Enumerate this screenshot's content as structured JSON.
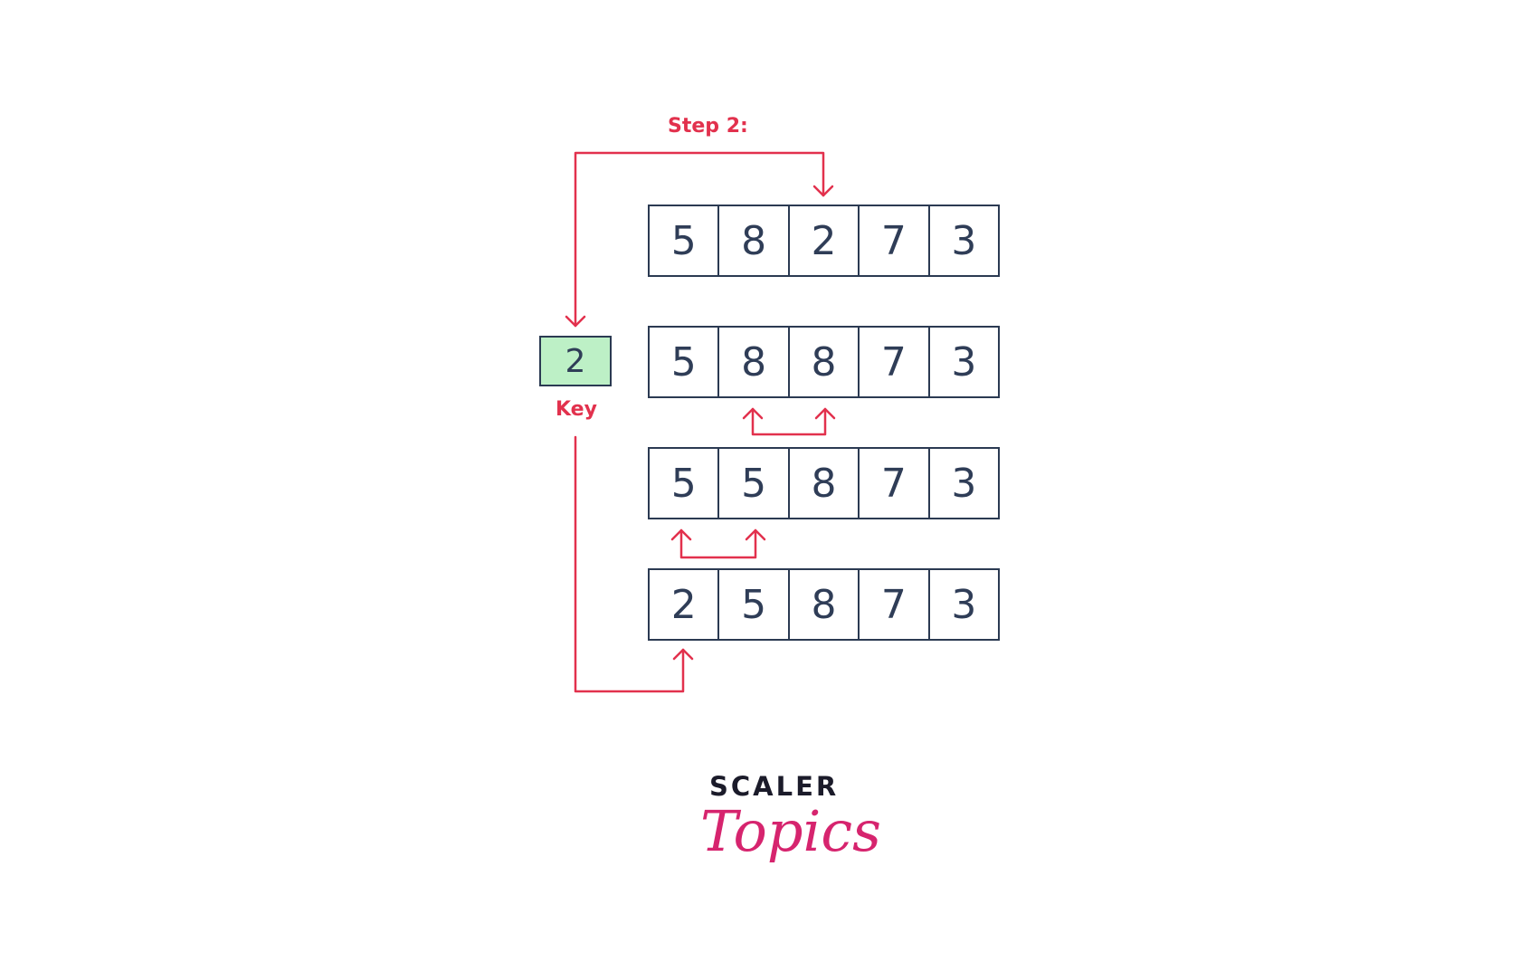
{
  "step_label": "Step 2:",
  "key": {
    "value": "2",
    "caption": "Key"
  },
  "rows": [
    [
      "5",
      "8",
      "2",
      "7",
      "3"
    ],
    [
      "5",
      "8",
      "8",
      "7",
      "3"
    ],
    [
      "5",
      "5",
      "8",
      "7",
      "3"
    ],
    [
      "2",
      "5",
      "8",
      "7",
      "3"
    ]
  ],
  "logo": {
    "top": "SCALER",
    "bottom": "Topics"
  },
  "colors": {
    "arrow": "#e2314d",
    "cell_border": "#2b3a52",
    "digit": "#2f3d57",
    "key_fill": "#bdf0c6",
    "logo_text": "#1b1b2a",
    "logo_script": "#d6246e"
  }
}
